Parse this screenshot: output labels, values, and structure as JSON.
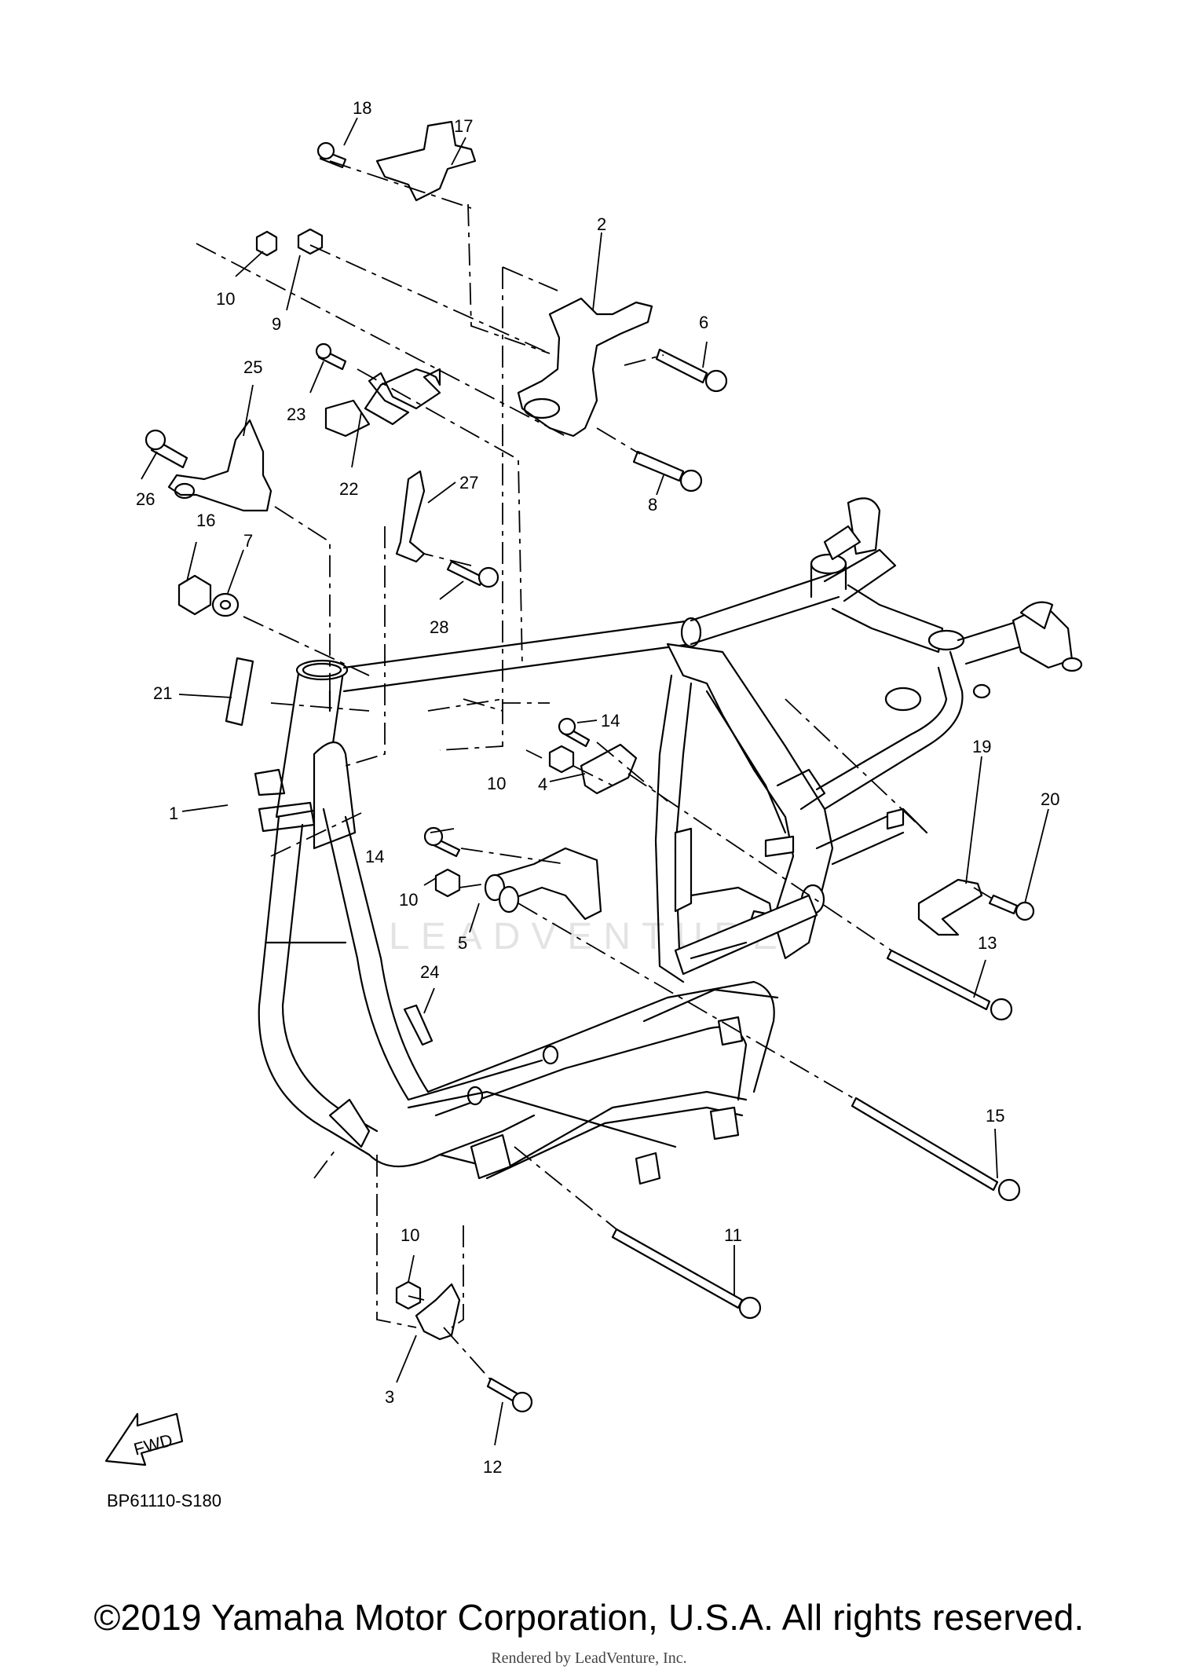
{
  "callouts": [
    {
      "id": "1",
      "label": "1"
    },
    {
      "id": "2",
      "label": "2"
    },
    {
      "id": "3",
      "label": "3"
    },
    {
      "id": "4",
      "label": "4"
    },
    {
      "id": "5",
      "label": "5"
    },
    {
      "id": "6",
      "label": "6"
    },
    {
      "id": "7",
      "label": "7"
    },
    {
      "id": "8",
      "label": "8"
    },
    {
      "id": "9",
      "label": "9"
    },
    {
      "id": "10a",
      "label": "10"
    },
    {
      "id": "10b",
      "label": "10"
    },
    {
      "id": "10c",
      "label": "10"
    },
    {
      "id": "10d",
      "label": "10"
    },
    {
      "id": "11",
      "label": "11"
    },
    {
      "id": "12",
      "label": "12"
    },
    {
      "id": "13",
      "label": "13"
    },
    {
      "id": "14a",
      "label": "14"
    },
    {
      "id": "14b",
      "label": "14"
    },
    {
      "id": "15",
      "label": "15"
    },
    {
      "id": "16",
      "label": "16"
    },
    {
      "id": "17",
      "label": "17"
    },
    {
      "id": "18",
      "label": "18"
    },
    {
      "id": "19",
      "label": "19"
    },
    {
      "id": "20",
      "label": "20"
    },
    {
      "id": "21",
      "label": "21"
    },
    {
      "id": "22",
      "label": "22"
    },
    {
      "id": "23",
      "label": "23"
    },
    {
      "id": "24",
      "label": "24"
    },
    {
      "id": "25",
      "label": "25"
    },
    {
      "id": "26",
      "label": "26"
    },
    {
      "id": "27",
      "label": "27"
    },
    {
      "id": "28",
      "label": "28"
    }
  ],
  "fwd_label": "FWD",
  "watermark": "LEADVENTURE",
  "diagram_code": "BP61110-S180",
  "copyright": "©2019 Yamaha Motor Corporation, U.S.A. All rights reserved.",
  "rendered_by": "Rendered by LeadVenture, Inc."
}
